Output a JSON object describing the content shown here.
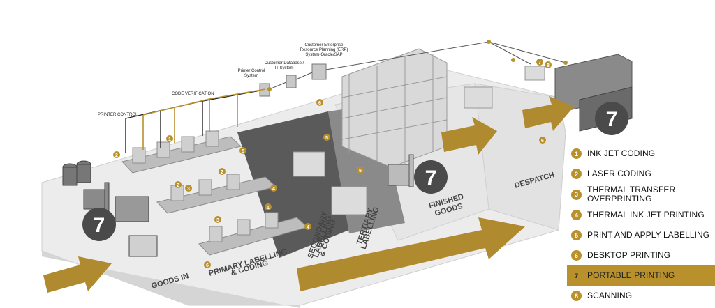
{
  "labels": {
    "erp": "Customer Enterprise\nResource Planning (ERP)\nSystem-Oracle/SAP",
    "database": "Customer Database /\nIT System",
    "printer_control_system": "Printer Control\nSystem",
    "code_verification": "CODE VERIFICATION",
    "printer_control": "PRINTER CONTROL",
    "goods_in": "GOODS IN",
    "primary": "PRIMARY LABELLING\n& CODING",
    "secondary": "SECONDARY\nLABELLING\n& CODING",
    "tertiary": "TERTIARY\nLABELLING",
    "finished_goods": "FINISHED\nGOODS",
    "despatch": "DESPATCH"
  },
  "badges": {
    "big": "7"
  },
  "legend": [
    {
      "num": "1",
      "label": "INK JET CODING"
    },
    {
      "num": "2",
      "label": "LASER CODING"
    },
    {
      "num": "3",
      "label": "THERMAL TRANSFER\nOVERPRINTING"
    },
    {
      "num": "4",
      "label": "THERMAL INK JET PRINTING"
    },
    {
      "num": "5",
      "label": "PRINT AND APPLY LABELLING"
    },
    {
      "num": "6",
      "label": "DESKTOP PRINTING"
    },
    {
      "num": "7",
      "label": "PORTABLE PRINTING",
      "highlight": true
    },
    {
      "num": "8",
      "label": "SCANNING"
    }
  ],
  "colors": {
    "accent": "#b8912d",
    "badge": "#4a4a4a",
    "floor": "#e9e9e9",
    "dark_floor": "#555555"
  }
}
